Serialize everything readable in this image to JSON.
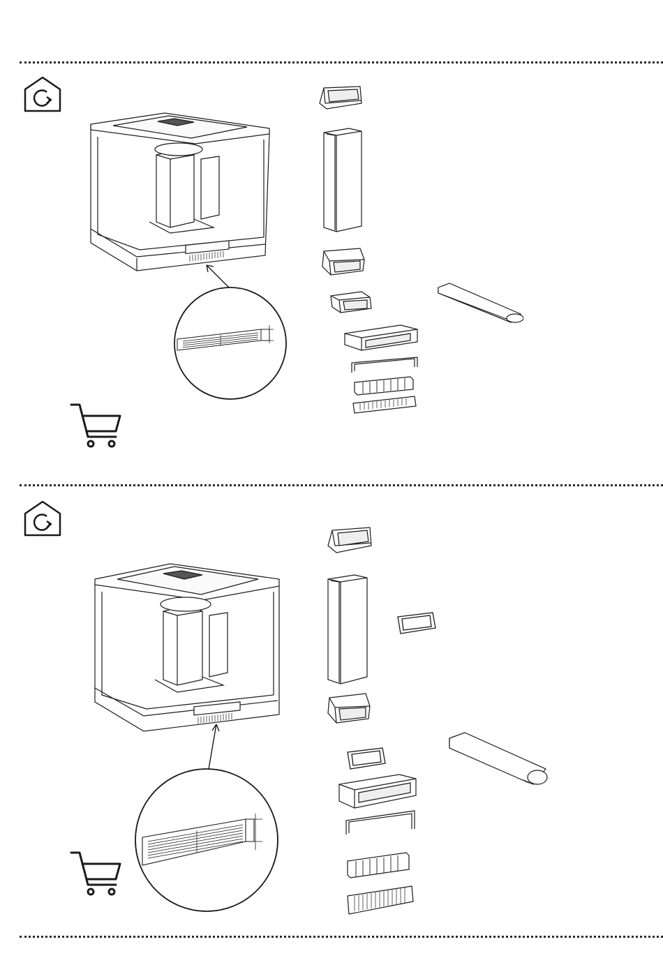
{
  "page": {
    "background": "#ffffff",
    "line_color": "#1a1a1a"
  },
  "sections": [
    {
      "id": "recirculation-kit-standard",
      "mode_icon": "home-recirculation-icon",
      "shop_icon": "shopping-cart-icon",
      "zoom_detail": "plinth-grille-detail",
      "parts": [
        "duct-elbow",
        "vertical-duct",
        "duct-elbow-low",
        "duct-adapter",
        "flat-duct",
        "filter-housing",
        "frame-bracket",
        "filter-cartridge",
        "plinth-grille"
      ]
    },
    {
      "id": "recirculation-kit-extended",
      "mode_icon": "home-recirculation-icon",
      "shop_icon": "shopping-cart-icon",
      "zoom_detail": "plinth-grille-detail",
      "parts": [
        "duct-elbow",
        "vertical-duct",
        "duct-connector",
        "duct-elbow-low",
        "duct-connector-small",
        "flat-duct",
        "filter-housing",
        "frame-bracket",
        "filter-cartridge",
        "plinth-grille"
      ]
    }
  ]
}
